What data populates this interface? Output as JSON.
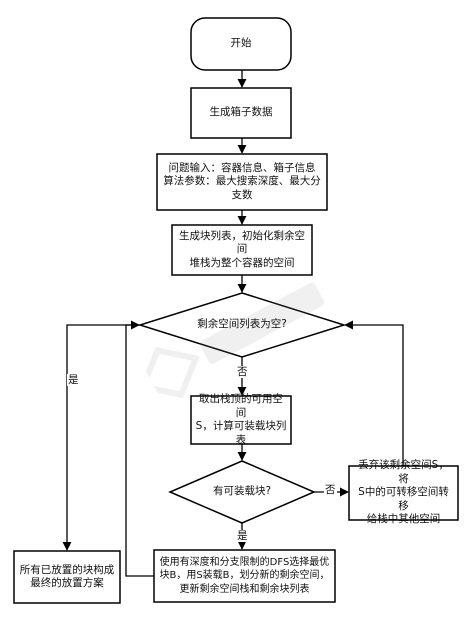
{
  "nodes": {
    "start": "开始",
    "generate_boxes": "生成箱子数据",
    "input": "问题输入：容器信息、箱子信息\n算法参数：最大搜索深度、最大分\n支数",
    "init": "生成块列表，初始化剩余空间\n堆栈为整个容器的空间",
    "space_empty": "剩余空间列表为空?",
    "pop_space": "取出栈顶的可用空间\nS，计算可装载块列表",
    "has_block": "有可装载块?",
    "discard_space": "丢弃该剩余空间S，将\nS中的可转移空间转移\n给栈中其他空间",
    "dfs_select": "使用有深度和分支限制的DFS选择最优\n块B，用S装载B，划分新的剩余空间，\n更新剩余空间栈和剩余块列表",
    "final": "所有已放置的块构成\n最终的放置方案"
  },
  "edge_labels": {
    "yes_left": "是",
    "no_down": "否",
    "no_right": "否",
    "yes_down": "是"
  },
  "colors": {
    "stroke": "#000000",
    "text": "#111111",
    "background": "#ffffff"
  }
}
